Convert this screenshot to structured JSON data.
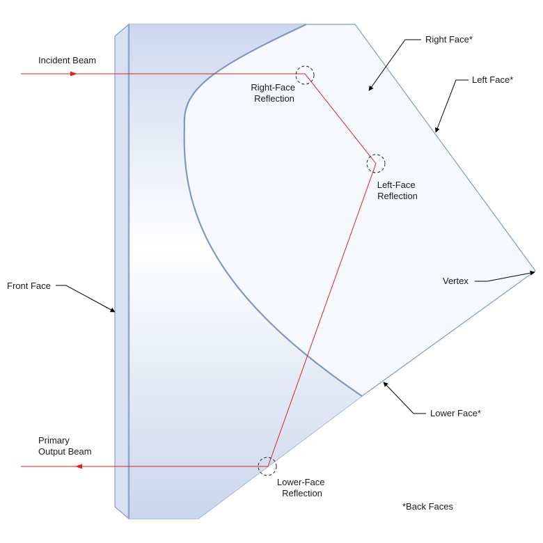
{
  "labels": {
    "incident_beam": "Incident Beam",
    "primary_output_beam": [
      "Primary",
      "Output Beam"
    ],
    "right_face": "Right Face*",
    "left_face": "Left Face*",
    "front_face": "Front Face",
    "vertex": "Vertex",
    "lower_face": "Lower Face*",
    "right_face_reflection": [
      "Right-Face",
      "Reflection"
    ],
    "left_face_reflection": [
      "Left-Face",
      "Reflection"
    ],
    "lower_face_reflection": [
      "Lower-Face",
      "Reflection"
    ],
    "back_faces_note": "*Back Faces"
  },
  "colors": {
    "beam": "#e02020",
    "prism_edge": "#7f9cc2",
    "front_face_fill": "#d7e1f2",
    "back_region_fill": "#f5f8fd",
    "curve_stroke": "#7f98bd"
  }
}
